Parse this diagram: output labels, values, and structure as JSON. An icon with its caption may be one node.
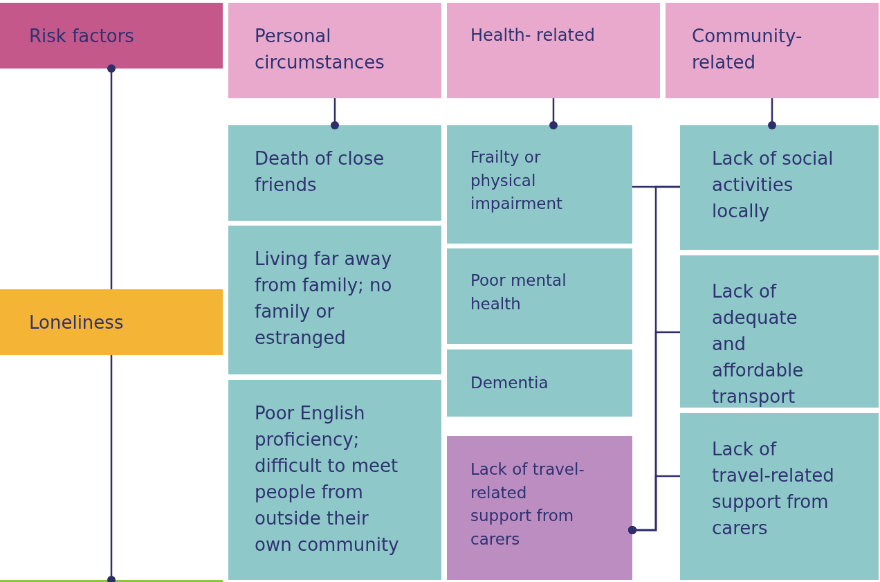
{
  "diagram": {
    "nodes": [
      {
        "text": [
          "Risk factors"
        ]
      },
      {
        "text": [
          "Personal circumstances"
        ]
      },
      {
        "text": [
          "Health- related"
        ]
      },
      {
        "text": [
          "Community- related"
        ]
      },
      {
        "text": [
          "Death of close friends"
        ]
      },
      {
        "text": [
          "Living far away from family; no family or estranged"
        ]
      },
      {
        "text": [
          "Poor English proficiency; difficult to meet people from outside their own community"
        ]
      },
      {
        "text": [
          "Frailty or physical impairment"
        ]
      },
      {
        "text": [
          "Poor mental health"
        ]
      },
      {
        "text": [
          "Dementia"
        ]
      },
      {
        "text": [
          "Lack of travel-related support from carers"
        ]
      },
      {
        "text": [
          "Lack of social activities locally"
        ]
      },
      {
        "text": [
          "Lack of adequate and affordable transport"
        ]
      },
      {
        "text": [
          "Lack of travel-related support from carers"
        ]
      },
      {
        "text": [
          "Loneliness"
        ]
      },
      {
        "text": [],
        "shape": "bar"
      }
    ],
    "edges": [
      {
        "from": 0,
        "to": 14,
        "arrow": "other"
      },
      {
        "from": 14,
        "to": 15,
        "arrow": "other"
      },
      {
        "from": 1,
        "to": 4,
        "arrow": "other"
      },
      {
        "from": 2,
        "to": 7,
        "arrow": "other"
      },
      {
        "from": 3,
        "to": 11,
        "arrow": "other"
      },
      {
        "from": 7,
        "to": 11,
        "arrow": "none"
      },
      {
        "from": 10,
        "to": 11,
        "arrow": "other"
      },
      {
        "from": 10,
        "to": 12,
        "arrow": "other"
      },
      {
        "from": 10,
        "to": 13,
        "arrow": "other"
      }
    ]
  }
}
